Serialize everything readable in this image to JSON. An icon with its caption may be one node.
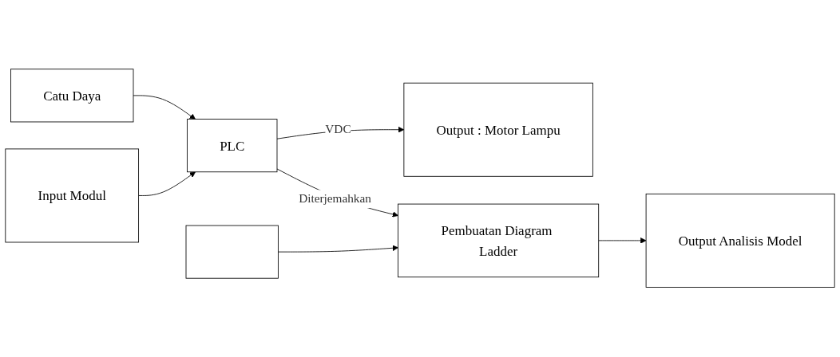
{
  "diagram": {
    "nodes": [
      {
        "text": [
          "Catu Daya"
        ]
      },
      {
        "text": [
          "Input Modul"
        ]
      },
      {
        "text": [
          "PLC"
        ]
      },
      {
        "text": [
          "Output : Motor Lampu"
        ]
      },
      {
        "text": [],
        "shape": "box"
      },
      {
        "text": [
          "Pembuatan Diagram Ladder"
        ]
      },
      {
        "text": [
          "Output Analisis Model"
        ]
      }
    ],
    "edges": [
      {
        "from": 0,
        "to": 2,
        "arrow": "to"
      },
      {
        "from": 1,
        "to": 2,
        "arrow": "to"
      },
      {
        "from": 2,
        "to": 3,
        "label": "VDC",
        "arrow": "to"
      },
      {
        "from": 2,
        "to": 5,
        "label": "Diterjemahkan",
        "arrow": "to"
      },
      {
        "from": 4,
        "to": 5,
        "arrow": "to"
      },
      {
        "from": 5,
        "to": 6,
        "arrow": "to"
      }
    ]
  }
}
